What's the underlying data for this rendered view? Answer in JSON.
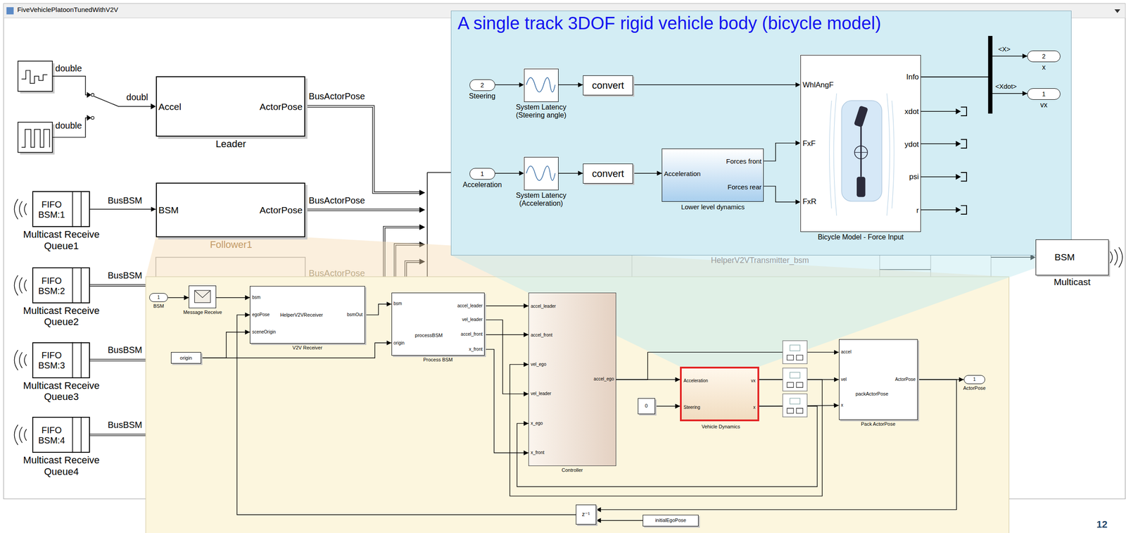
{
  "diagram": {
    "title": "FiveVehiclePlatoonTunedWithV2V",
    "nodes": [
      {
        "text": [
          "Accel",
          "ActorPose",
          "Leader"
        ]
      },
      {
        "text": [
          "BSM",
          "ActorPose",
          "Follower1"
        ]
      },
      {
        "text": [
          "FIFO BSM:1",
          "Multicast Receive Queue1"
        ]
      },
      {
        "text": [
          "FIFO BSM:2",
          "Multicast Receive Queue2"
        ]
      },
      {
        "text": [
          "FIFO BSM:3",
          "Multicast Receive Queue3"
        ]
      },
      {
        "text": [
          "FIFO BSM:4",
          "Multicast Receive Queue4"
        ]
      },
      {
        "text": [
          "BSM",
          "Multicast"
        ]
      },
      {
        "text": [
          "A single track 3DOF rigid vehicle body (bicycle model)"
        ]
      },
      {
        "text": [
          "2",
          "Steering"
        ],
        "in": 7
      },
      {
        "text": [
          "System Latency (Steering angle)"
        ],
        "in": 7
      },
      {
        "text": [
          "convert"
        ],
        "in": 7
      },
      {
        "text": [
          "1",
          "Acceleration"
        ],
        "in": 7
      },
      {
        "text": [
          "System Latency (Acceleration)"
        ],
        "in": 7
      },
      {
        "text": [
          "convert"
        ],
        "in": 7
      },
      {
        "text": [
          "Acceleration",
          "Forces front",
          "Forces rear",
          "Lower level dynamics"
        ],
        "in": 7
      },
      {
        "text": [
          "WhlAngF",
          "FxF",
          "FxR",
          "Info",
          "xdot",
          "ydot",
          "psi",
          "r",
          "Bicycle Model - Force Input"
        ],
        "in": 7
      },
      {
        "text": [
          "2",
          "x"
        ],
        "in": 7
      },
      {
        "text": [
          "1",
          "vx"
        ],
        "in": 7
      },
      {
        "text": [
          "1",
          "BSM"
        ]
      },
      {
        "text": [
          "Message Receive"
        ]
      },
      {
        "text": [
          "bsm",
          "egoPose",
          "sceneOrigin",
          "HelperV2VReceiver",
          "bsmOut",
          "V2V Receiver"
        ]
      },
      {
        "text": [
          "origin"
        ]
      },
      {
        "text": [
          "bsm",
          "origin",
          "processBSM",
          "accel_leader",
          "vel_leader",
          "accel_front",
          "x_front",
          "Process BSM"
        ]
      },
      {
        "text": [
          "accel_leader",
          "accel_front",
          "vel_ego",
          "vel_leader",
          "x_ego",
          "x_front",
          "accel_ego",
          "Controller"
        ]
      },
      {
        "text": [
          "0"
        ]
      },
      {
        "text": [
          "Acceleration",
          "Steering",
          "vx",
          "x",
          "Vehicle Dynamics"
        ]
      },
      {
        "text": [
          "accel",
          "vel",
          "x",
          "packActorPose",
          "ActorPose",
          "Pack ActorPose"
        ]
      },
      {
        "text": [
          "1",
          "ActorPose"
        ]
      },
      {
        "text": [
          "z⁻¹"
        ]
      },
      {
        "text": [
          "initialEgoPose"
        ]
      }
    ],
    "edges": [
      {
        "from": 2,
        "to": 1,
        "arrow": "to",
        "label": "BusBSM"
      },
      {
        "from": 8,
        "to": 9,
        "arrow": "to"
      },
      {
        "from": 9,
        "to": 10,
        "arrow": "to"
      },
      {
        "from": 10,
        "to": 15,
        "arrow": "to"
      },
      {
        "from": 11,
        "to": 12,
        "arrow": "to"
      },
      {
        "from": 12,
        "to": 13,
        "arrow": "to"
      },
      {
        "from": 13,
        "to": 14,
        "arrow": "to"
      },
      {
        "from": 14,
        "to": 15,
        "arrow": "to"
      },
      {
        "from": 14,
        "to": 15,
        "arrow": "to"
      },
      {
        "from": 15,
        "to": 16,
        "arrow": "to",
        "label": "<X>"
      },
      {
        "from": 15,
        "to": 17,
        "arrow": "to",
        "label": "<Xdot>"
      },
      {
        "from": 18,
        "to": 19,
        "arrow": "to"
      },
      {
        "from": 19,
        "to": 20,
        "arrow": "to"
      },
      {
        "from": 28,
        "to": 20,
        "arrow": "to"
      },
      {
        "from": 21,
        "to": 20,
        "arrow": "to"
      },
      {
        "from": 20,
        "to": 22,
        "arrow": "to"
      },
      {
        "from": 21,
        "to": 22,
        "arrow": "to"
      },
      {
        "from": 22,
        "to": 23,
        "arrow": "to"
      },
      {
        "from": 22,
        "to": 23,
        "arrow": "to"
      },
      {
        "from": 22,
        "to": 23,
        "arrow": "to"
      },
      {
        "from": 22,
        "to": 23,
        "arrow": "to"
      },
      {
        "from": 23,
        "to": 25,
        "arrow": "to"
      },
      {
        "from": 23,
        "to": 26,
        "arrow": "to"
      },
      {
        "from": 24,
        "to": 25,
        "arrow": "to"
      },
      {
        "from": 25,
        "to": 26,
        "arrow": "to"
      },
      {
        "from": 25,
        "to": 26,
        "arrow": "to"
      },
      {
        "from": 25,
        "to": 23,
        "arrow": "to"
      },
      {
        "from": 25,
        "to": 23,
        "arrow": "to"
      },
      {
        "from": 26,
        "to": 27,
        "arrow": "to"
      },
      {
        "from": 26,
        "to": 28,
        "arrow": "to"
      },
      {
        "from": 29,
        "to": 28,
        "arrow": "to"
      }
    ],
    "labels": [
      "double",
      "doubl",
      "double",
      "BusActorPose",
      "BusActorPose",
      "BusActorPose",
      "BusBSM",
      "BusBSM",
      "BusBSM",
      "HelperV2VTransmitter_bsm",
      "12"
    ]
  }
}
